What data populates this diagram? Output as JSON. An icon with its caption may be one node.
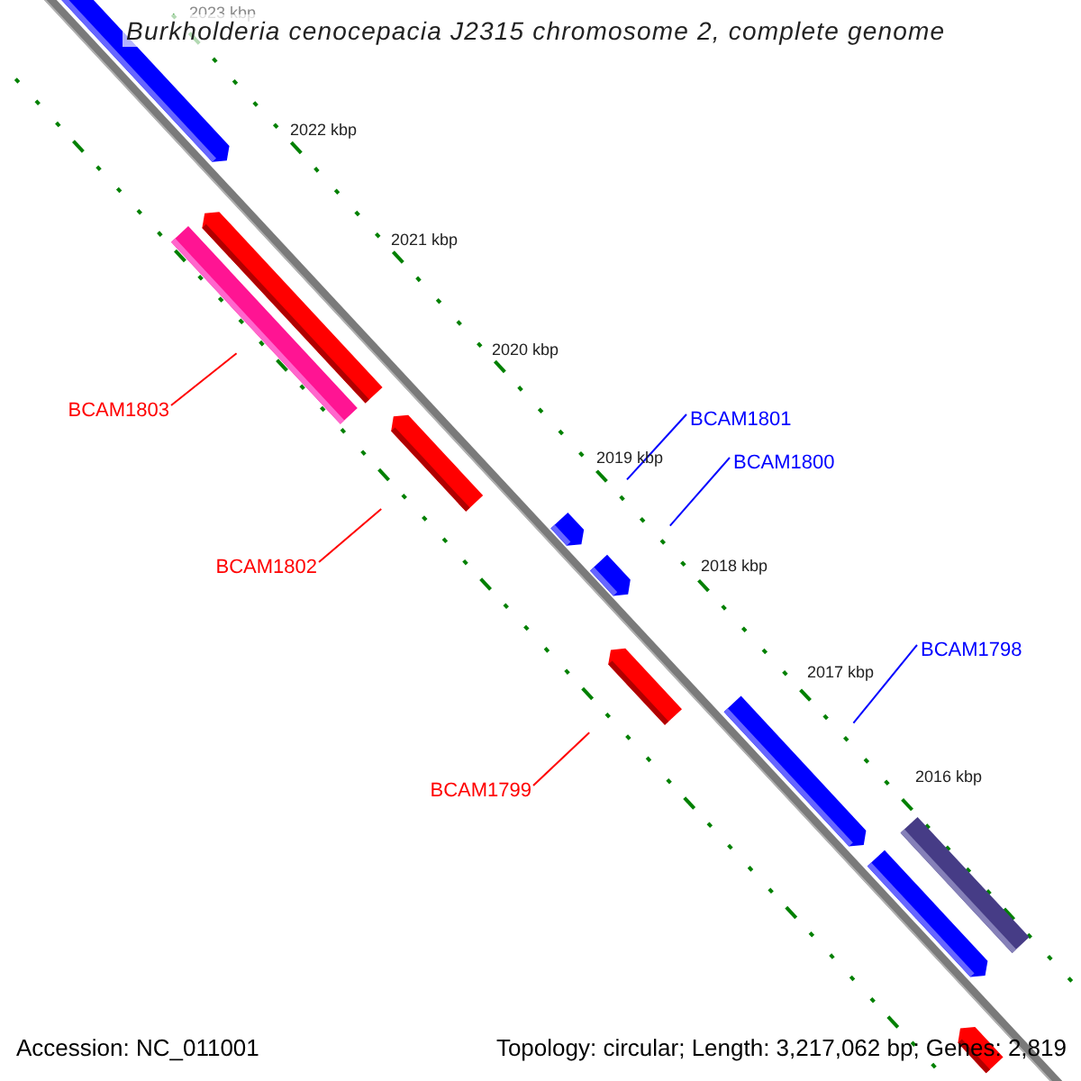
{
  "diagram": {
    "title": "Burkholderia cenocepacia J2315 chromosome 2, complete genome",
    "nodes": [
      {
        "text": [],
        "shape": "bar"
      },
      {
        "text": [],
        "shape": "bar"
      },
      {
        "text": [],
        "shape": "bar"
      },
      {
        "text": [],
        "shape": "bar"
      },
      {
        "text": [],
        "shape": "bar"
      },
      {
        "text": [],
        "shape": "bar"
      },
      {
        "text": [],
        "shape": "bar"
      },
      {
        "text": [],
        "shape": "bar"
      },
      {
        "text": [],
        "shape": "bar"
      },
      {
        "text": [],
        "shape": "bar"
      },
      {
        "text": [],
        "shape": "bar"
      },
      {
        "text": [
          "BCAM1803"
        ]
      },
      {
        "text": [
          "BCAM1801"
        ]
      },
      {
        "text": [
          "BCAM1800"
        ]
      },
      {
        "text": [
          "BCAM1802"
        ]
      },
      {
        "text": [
          "BCAM1798"
        ]
      },
      {
        "text": [
          "BCAM1799"
        ]
      }
    ],
    "edges": [
      {
        "from": 11,
        "to": 1,
        "arrow": "none",
        "color": "#ff0000"
      },
      {
        "from": 12,
        "to": 4,
        "arrow": "none",
        "color": "#0000ff"
      },
      {
        "from": 13,
        "to": 5,
        "arrow": "none",
        "color": "#0000ff"
      },
      {
        "from": 14,
        "to": 3,
        "arrow": "none",
        "color": "#ff0000"
      },
      {
        "from": 15,
        "to": 7,
        "arrow": "none",
        "color": "#0000ff"
      },
      {
        "from": 16,
        "to": 6,
        "arrow": "none",
        "color": "#ff0000"
      }
    ],
    "labels": [
      "2023 kbp",
      "2022 kbp",
      "2021 kbp",
      "2020 kbp",
      "2019 kbp",
      "2018 kbp",
      "2017 kbp",
      "2016 kbp",
      "Accession: NC_011001",
      "Topology: circular; Length: 3,217,062 bp; Genes: 2,819"
    ]
  }
}
